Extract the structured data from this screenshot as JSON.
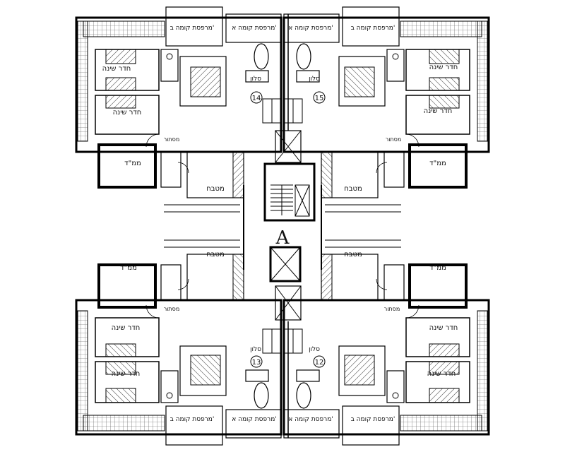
{
  "plan": {
    "core_letter": "A",
    "apartments": [
      "14",
      "15",
      "12",
      "13"
    ],
    "labels": {
      "balcony_b": "מרפסת קומה ב'",
      "balcony_a": "מרפסת קומה א'",
      "bedroom": "חדר שינה",
      "mamad": "ממ\"ד",
      "kitchen": "מטבח",
      "salon": "סלון",
      "service": "מסתור"
    }
  }
}
